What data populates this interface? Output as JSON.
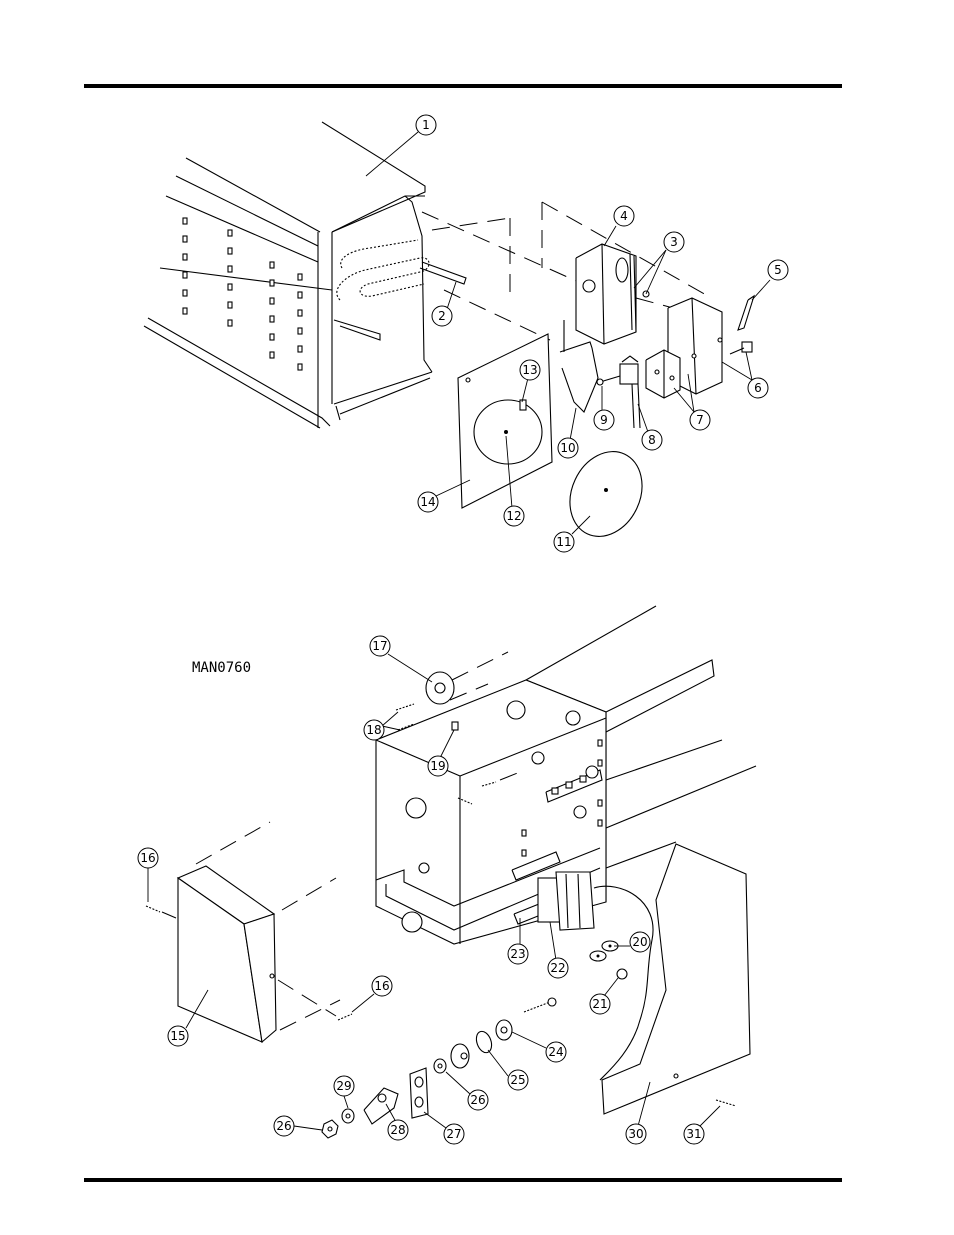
{
  "drawing_id": "MAN0760",
  "callout_labels": [
    "1",
    "2",
    "3",
    "4",
    "5",
    "6",
    "7",
    "8",
    "9",
    "10",
    "11",
    "12",
    "13",
    "14",
    "15",
    "16",
    "17",
    "18",
    "19",
    "20",
    "21",
    "22",
    "23",
    "24",
    "25",
    "26",
    "27",
    "28",
    "29",
    "30",
    "31"
  ],
  "callouts": [
    {
      "label": "1"
    },
    {
      "label": "2"
    },
    {
      "label": "3"
    },
    {
      "label": "4"
    },
    {
      "label": "5"
    },
    {
      "label": "6"
    },
    {
      "label": "7"
    },
    {
      "label": "8"
    },
    {
      "label": "9"
    },
    {
      "label": "10"
    },
    {
      "label": "11"
    },
    {
      "label": "12"
    },
    {
      "label": "13"
    },
    {
      "label": "14"
    },
    {
      "label": "17"
    },
    {
      "label": "18"
    },
    {
      "label": "19"
    },
    {
      "label": "16"
    },
    {
      "label": "16"
    },
    {
      "label": "15"
    },
    {
      "label": "23"
    },
    {
      "label": "22"
    },
    {
      "label": "20"
    },
    {
      "label": "21"
    },
    {
      "label": "24"
    },
    {
      "label": "25"
    },
    {
      "label": "26"
    },
    {
      "label": "27"
    },
    {
      "label": "28"
    },
    {
      "label": "29"
    },
    {
      "label": "26"
    },
    {
      "label": "30"
    },
    {
      "label": "31"
    }
  ]
}
